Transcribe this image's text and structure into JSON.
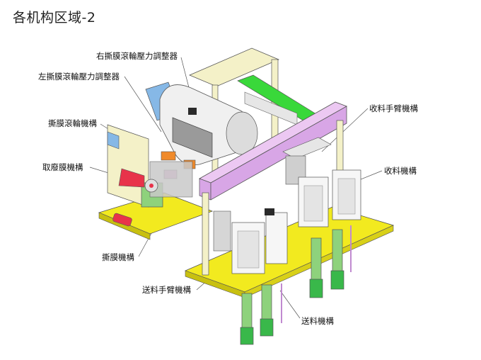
{
  "slide": {
    "title": "各机构区域-2"
  },
  "callouts": {
    "right_peel_roller_regulator": "右撕膜滾輪壓力調整器",
    "left_peel_roller_regulator": "左撕膜滾輪壓力調整器",
    "peel_roller_mechanism": "撕膜滾輪機構",
    "waste_film_removal": "取廢膜機構",
    "peel_mechanism": "撕膜機構",
    "feed_arm_mechanism": "送料手臂機構",
    "feed_mechanism": "送料機構",
    "receive_arm_mechanism": "收料手臂機構",
    "receive_mechanism": "收料機構"
  },
  "colors": {
    "base_plate": "#f2ea1f",
    "frame_pink": "#d8a6e6",
    "frame_cream": "#f4f1c8",
    "rail_green": "#39d83a",
    "motor_green": "#8ed27c",
    "accent_red": "#e8334a",
    "accent_blue": "#86b8e6",
    "accent_orange": "#f08a2a"
  }
}
